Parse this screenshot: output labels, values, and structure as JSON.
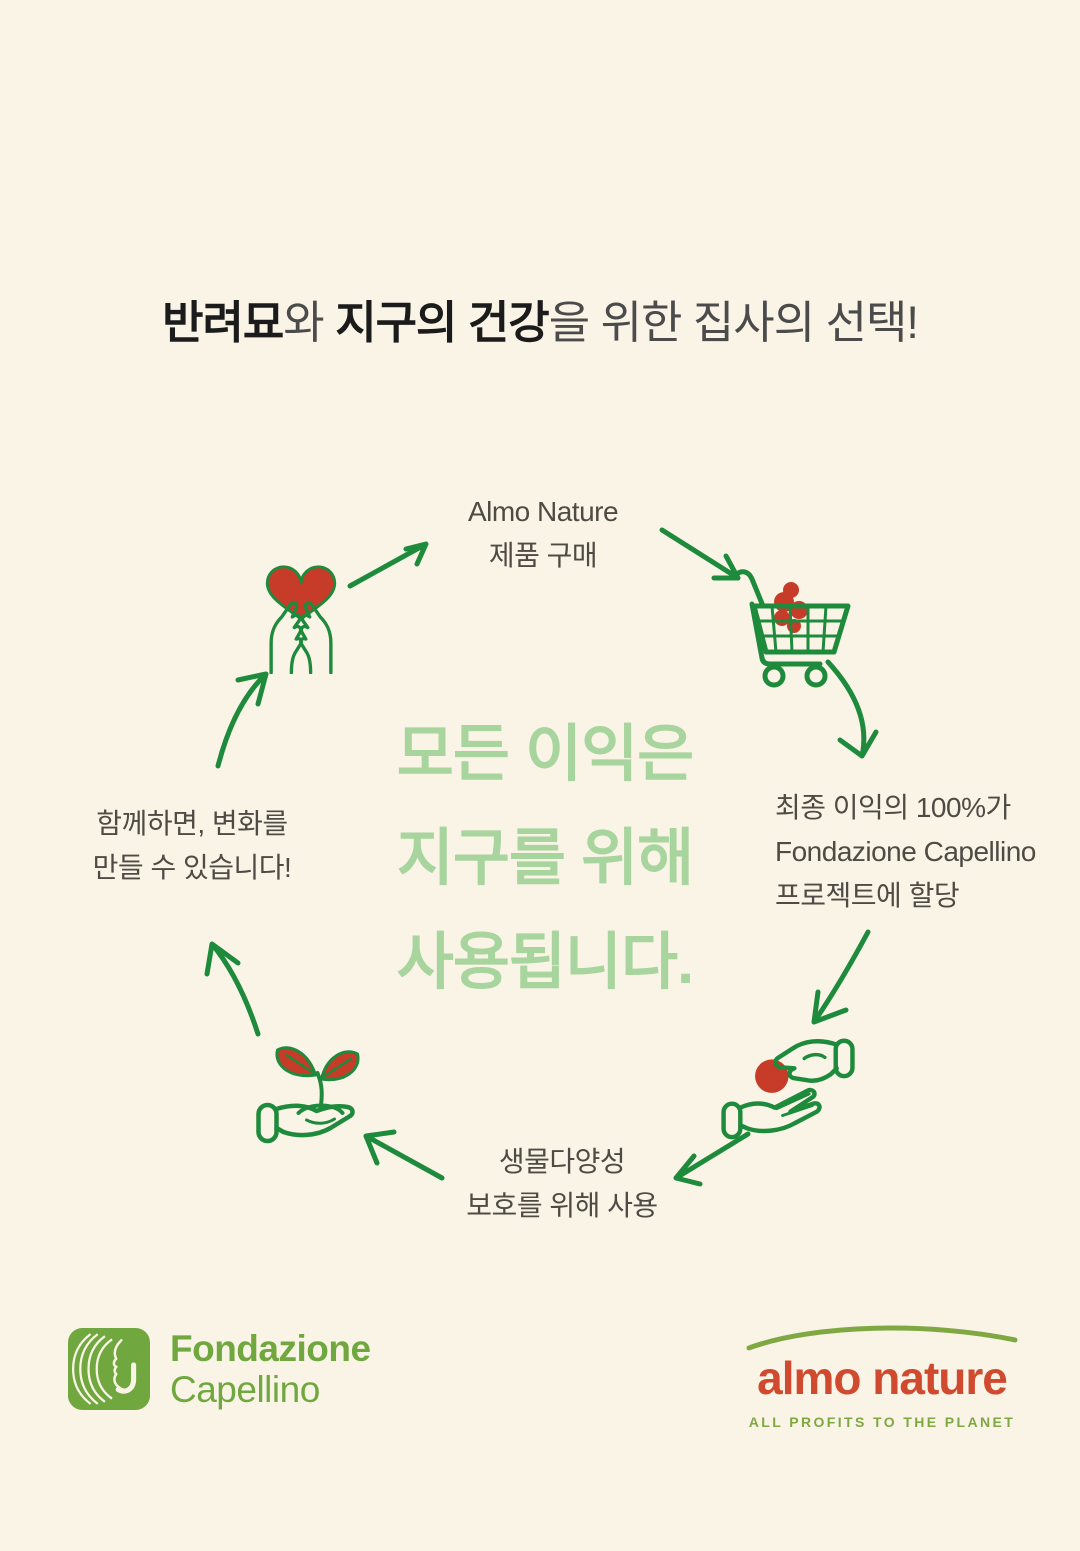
{
  "colors": {
    "background": "#FAF4E7",
    "diagram_green": "#1E8A3C",
    "accent_red": "#C63C28",
    "center_text_green": "#A8D49E",
    "fondazione_green": "#70A83F",
    "almo_red": "#D04A30",
    "almo_green": "#7FA842",
    "title_bold": "#1B1B1B",
    "title_regular": "#4B4B4B",
    "step_text": "#4E4B45"
  },
  "title": {
    "segments": [
      {
        "text": "반려묘",
        "bold": true
      },
      {
        "text": "와 ",
        "bold": false
      },
      {
        "text": "지구의 건강",
        "bold": true
      },
      {
        "text": "을 위한 집사의 선택!",
        "bold": false
      }
    ]
  },
  "diagram": {
    "center_lines": [
      "모든 이익은",
      "지구를 위해",
      "사용됩니다."
    ],
    "step_purchase": {
      "line1": "Almo Nature",
      "line2": "제품 구매"
    },
    "step_allocation": {
      "line1": "최종 이익의 100%가",
      "line2": "Fondazione Capellino",
      "line3": "프로젝트에 할당"
    },
    "step_biodiversity": {
      "line1": "생물다양성",
      "line2": "보호를 위해 사용"
    },
    "step_together": {
      "line1": "함께하면, 변화를",
      "line2": "만들 수 있습니다!"
    },
    "icons": [
      "hands-holding-heart",
      "shopping-cart",
      "hand-giving-coin",
      "hand-holding-plant"
    ]
  },
  "footer": {
    "fondazione": {
      "name_line1": "Fondazione",
      "name_line2": "Capellino",
      "icon": "fondazione-capellino-emblem"
    },
    "almo_nature": {
      "brand": "almo nature",
      "tagline": "ALL PROFITS TO THE PLANET"
    }
  }
}
